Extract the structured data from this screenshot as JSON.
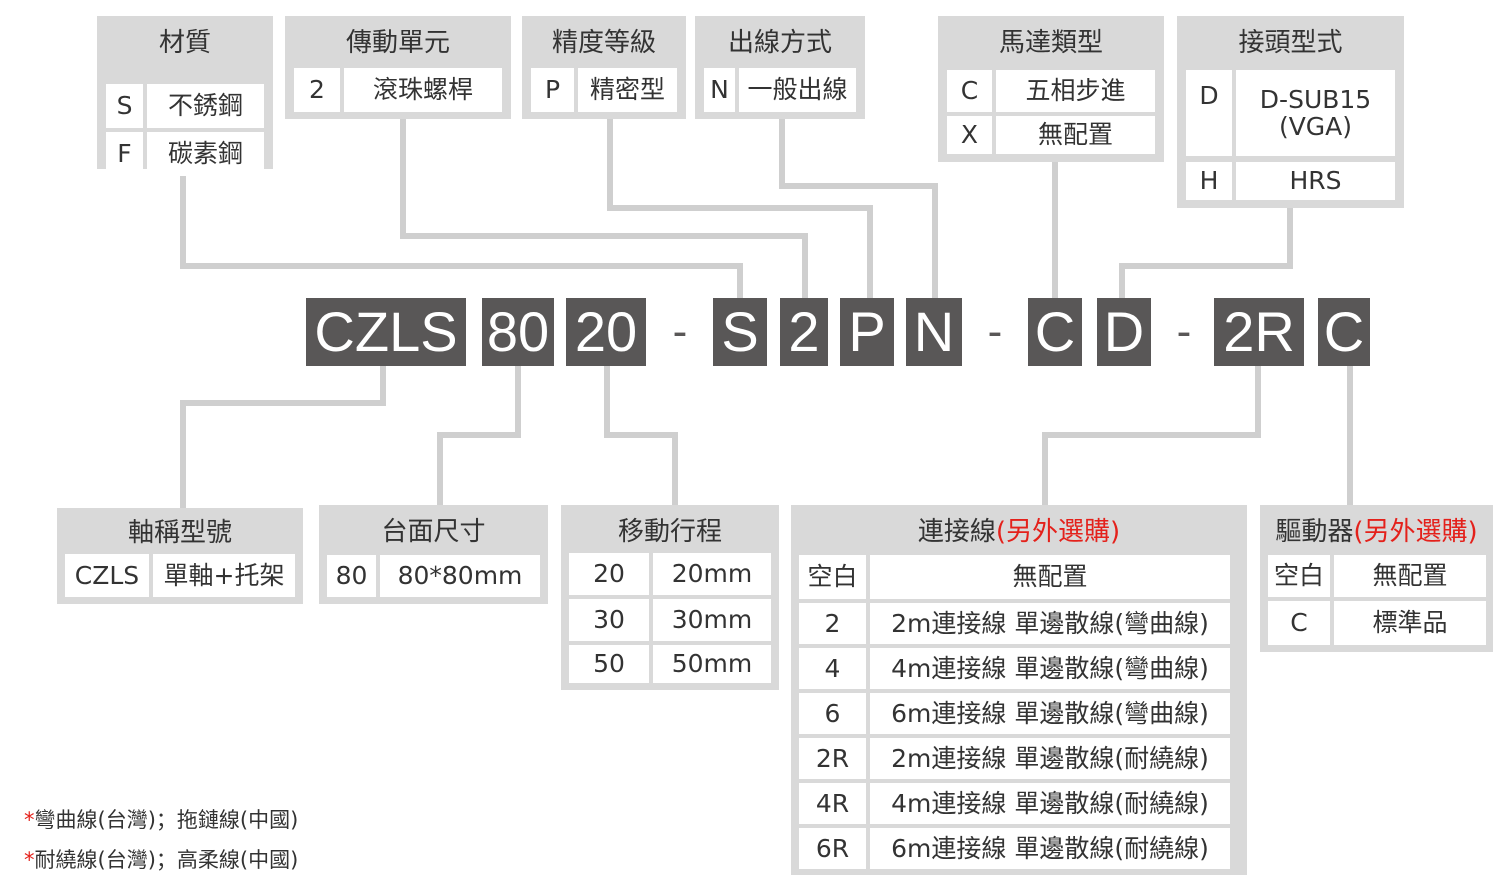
{
  "code_parts": [
    "CZLS",
    "80",
    "20",
    "-",
    "S",
    "2",
    "P",
    "N",
    "-",
    "C",
    "D",
    "-",
    "2R",
    "C"
  ],
  "material": {
    "title": "材質",
    "rows": [
      [
        "S",
        "不銹鋼"
      ],
      [
        "F",
        "碳素鋼"
      ]
    ]
  },
  "drive_unit": {
    "title": "傳動單元",
    "rows": [
      [
        "2",
        "滾珠螺桿"
      ]
    ]
  },
  "precision": {
    "title": "精度等級",
    "rows": [
      [
        "P",
        "精密型"
      ]
    ]
  },
  "wiring": {
    "title": "出線方式",
    "rows": [
      [
        "N",
        "一般出線"
      ]
    ]
  },
  "motor": {
    "title": "馬達類型",
    "rows": [
      [
        "C",
        "五相步進"
      ],
      [
        "X",
        "無配置"
      ]
    ]
  },
  "connector": {
    "title": "接頭型式",
    "rows": [
      [
        "D",
        "D-SUB15\n(VGA)"
      ],
      [
        "H",
        "HRS"
      ]
    ]
  },
  "axis_model": {
    "title": "軸稱型號",
    "rows": [
      [
        "CZLS",
        "單軸+托架"
      ]
    ]
  },
  "table_size": {
    "title": "台面尺寸",
    "rows": [
      [
        "80",
        "80*80mm"
      ]
    ]
  },
  "stroke": {
    "title": "移動行程",
    "rows": [
      [
        "20",
        "20mm"
      ],
      [
        "30",
        "30mm"
      ],
      [
        "50",
        "50mm"
      ]
    ]
  },
  "cable": {
    "title": "連接線",
    "title_note": "(另外選購)",
    "rows": [
      [
        "空白",
        "無配置"
      ],
      [
        "2",
        "2m連接線 單邊散線(彎曲線)"
      ],
      [
        "4",
        "4m連接線 單邊散線(彎曲線)"
      ],
      [
        "6",
        "6m連接線 單邊散線(彎曲線)"
      ],
      [
        "2R",
        "2m連接線 單邊散線(耐繞線)"
      ],
      [
        "4R",
        "4m連接線 單邊散線(耐繞線)"
      ],
      [
        "6R",
        "6m連接線 單邊散線(耐繞線)"
      ]
    ]
  },
  "driver": {
    "title": "驅動器",
    "title_note": "(另外選購)",
    "rows": [
      [
        "空白",
        "無配置"
      ],
      [
        "C",
        "標準品"
      ]
    ]
  },
  "notes": {
    "star": "*",
    "line1": "彎曲線(台灣)；拖鏈線(中國)",
    "line2": "耐繞線(台灣)；高柔線(中國)"
  },
  "colors": {
    "code_bg": "#595757",
    "box_bg": "#d9d9d9",
    "line": "#cfcfcf",
    "accent": "#e4211b"
  }
}
